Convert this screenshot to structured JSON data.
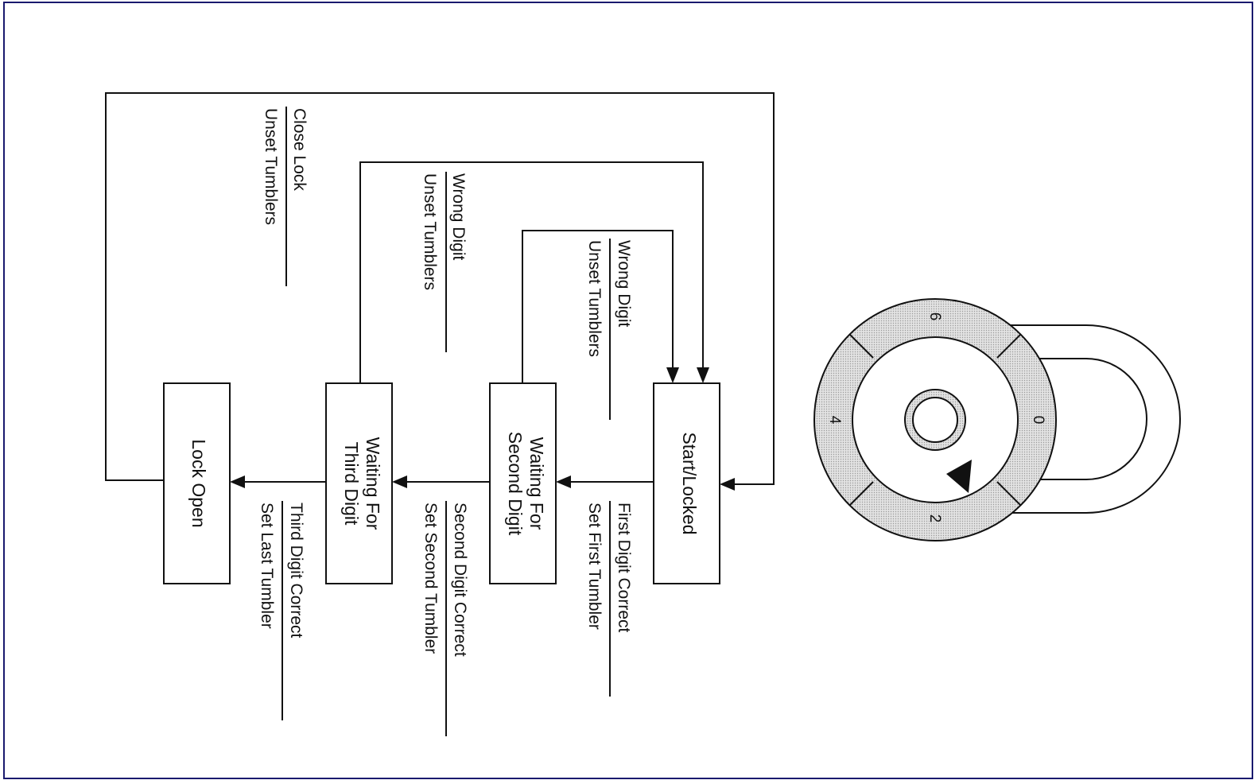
{
  "states": {
    "start": "Start/Locked",
    "second_line1": "Waiting For",
    "second_line2": "Second Digit",
    "third_line1": "Waiting For",
    "third_line2": "Third Digit",
    "open": "Lock Open"
  },
  "transitions": {
    "first_correct": {
      "event": "First Digit Correct",
      "action": "Set First Tumbler"
    },
    "second_correct": {
      "event": "Second Digit Correct",
      "action": "Set Second Tumbler"
    },
    "third_correct": {
      "event": "Third Digit Correct",
      "action": "Set Last Tumbler"
    },
    "wrong_second": {
      "event": "Wrong Digit",
      "action": "Unset Tumblers"
    },
    "wrong_third": {
      "event": "Wrong Digit",
      "action": "Unset Tumblers"
    },
    "close_lock": {
      "event": "Close Lock",
      "action": "Unset Tumblers"
    }
  },
  "dial": {
    "numbers": [
      "0",
      "2",
      "4",
      "6"
    ]
  },
  "colors": {
    "frame": "#1a1a6e",
    "ink": "#111111",
    "dial_ring": "#d6d6d6"
  }
}
